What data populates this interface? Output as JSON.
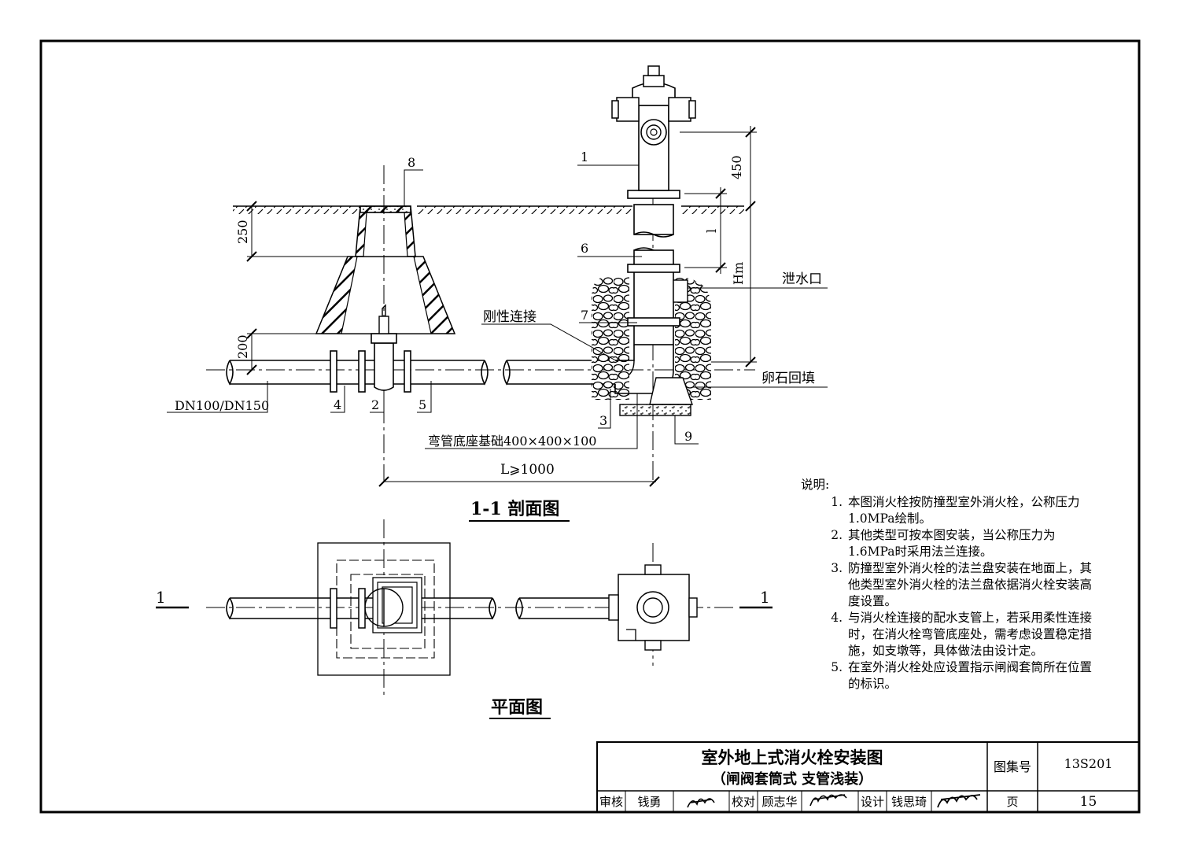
{
  "callouts": {
    "n1": "1",
    "n2": "2",
    "n3": "3",
    "n4": "4",
    "n5": "5",
    "n6": "6",
    "n7": "7",
    "n8": "8",
    "n9": "9"
  },
  "dimensions": {
    "d450": "450",
    "d250": "250",
    "d200": "200",
    "dl": "l",
    "dHm": "Hm",
    "dL": "L⩾1000"
  },
  "labels": {
    "drain": "泄水口",
    "rigid": "刚性连接",
    "gravel": "卵石回填",
    "pipe": "DN100/DN150",
    "base": "弯管底座基础400×400×100",
    "section_title": "1-1 剖面图",
    "plan_title": "平面图",
    "cut_left": "1",
    "cut_right": "1"
  },
  "notes": {
    "heading": "说明:",
    "items": [
      "本图消火栓按防撞型室外消火栓，公称压力1.0MPa绘制。",
      "其他类型可按本图安装，当公称压力为1.6MPa时采用法兰连接。",
      "防撞型室外消火栓的法兰盘安装在地面上，其他类型室外消火栓的法兰盘依据消火栓安装高度设置。",
      "与消火栓连接的配水支管上，若采用柔性连接时，在消火栓弯管底座处，需考虑设置稳定措施，如支墩等，具体做法由设计定。",
      "在室外消火栓处应设置指示闸阀套筒所在位置的标识。"
    ]
  },
  "title_block": {
    "title": "室外地上式消火栓安装图",
    "subtitle": "（闸阀套筒式 支管浅装）",
    "atlas_label": "图集号",
    "atlas_no": "13S201",
    "page_label": "页",
    "page_no": "15",
    "review_label": "审核",
    "reviewer": "钱勇",
    "check_label": "校对",
    "checker": "顾志华",
    "design_label": "设计",
    "designer": "钱思琦"
  }
}
